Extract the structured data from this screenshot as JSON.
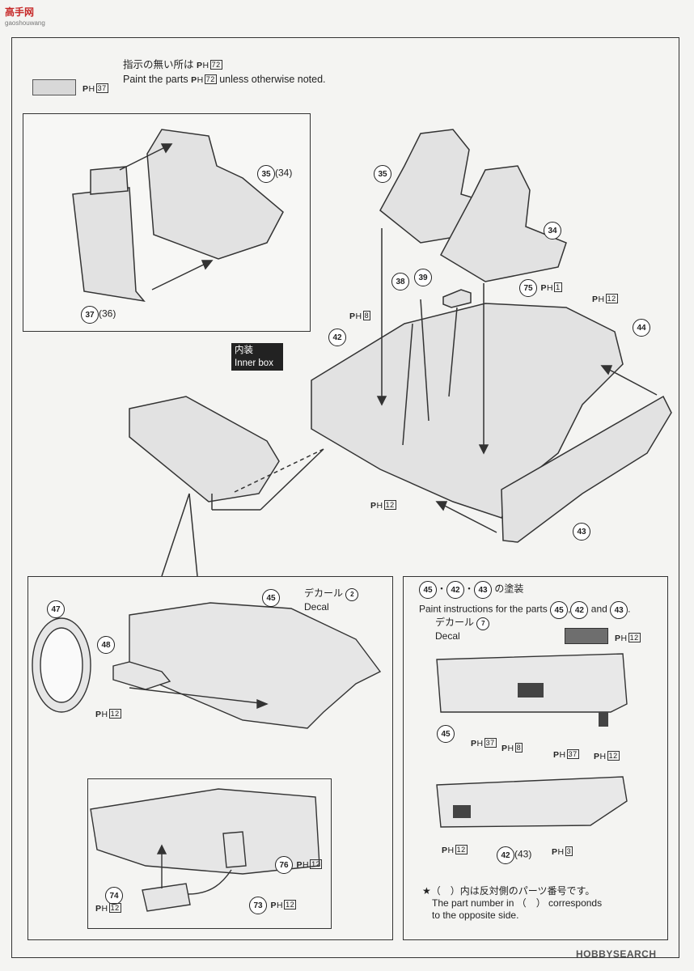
{
  "logo": {
    "text": "高手网",
    "sub": "gaoshouwang"
  },
  "header": {
    "note_jp": "指示の無い所は",
    "note_jp_code": "72",
    "note_en_prefix": "Paint the parts",
    "note_en_code": "72",
    "note_en_suffix": "unless otherwise noted.",
    "swatch_code": "37"
  },
  "seats_panel": {
    "label_35_34": "(34)",
    "label_37_36": "(36)"
  },
  "parts": {
    "p35": "35",
    "p34": "34",
    "p38": "38",
    "p39": "39",
    "p75": "75",
    "p42": "42",
    "p44": "44",
    "p43": "43",
    "p45": "45",
    "p47": "47",
    "p48": "48",
    "p76": "76",
    "p73": "73",
    "p74": "74",
    "p37": "37",
    "p36": "36"
  },
  "codes": {
    "c75": "1",
    "c8": "8",
    "c12a": "12",
    "c12b": "12",
    "c12c": "12",
    "c12d": "12",
    "c12e": "12"
  },
  "inner_box": {
    "jp": "内装",
    "en": "Inner box"
  },
  "dash_panel": {
    "decal_jp": "デカール",
    "decal_en": "Decal",
    "decal_num": "2"
  },
  "paint_panel": {
    "title_jp": "の塗装",
    "title_en_prefix": "Paint instructions for the parts",
    "title_en_and": "and",
    "decal_jp": "デカール",
    "decal_en": "Decal",
    "decal_num": "7",
    "swatch_code": "12",
    "code37": "37",
    "code8": "8",
    "code12a": "12",
    "code37b": "37",
    "code12b": "12",
    "code3": "3",
    "label_42_43": "(43)",
    "star_note_jp": "★（　）内は反対側のパーツ番号です。",
    "star_note_en1": "The part number in （　） corresponds",
    "star_note_en2": "to the opposite side."
  },
  "watermark": {
    "text": "HOBBYSEARCH"
  },
  "colors": {
    "line": "#333333",
    "light_gray": "#d8d8d8",
    "dark_gray": "#6e6e6e"
  }
}
